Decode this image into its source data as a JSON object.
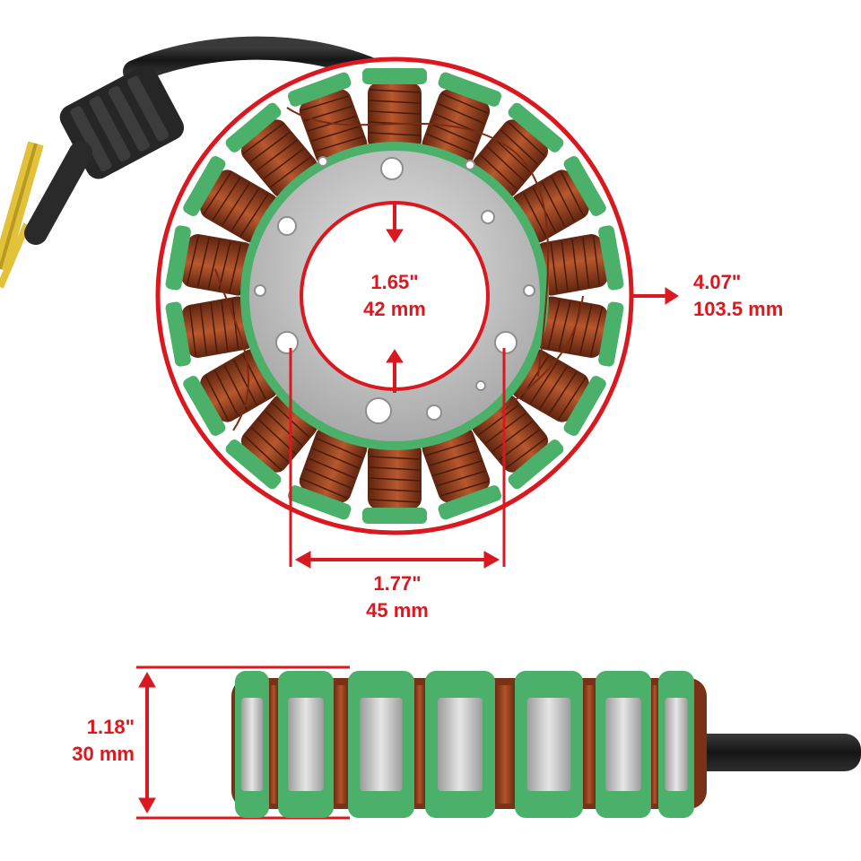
{
  "colors": {
    "accent": "#d9181f",
    "coil": "#8a3a1e",
    "coil_highlight": "#c56a3e",
    "insulator": "#4bb06a",
    "plate": "#c9c9c9",
    "cable": "#1c1c1c",
    "yellow_wire": "#e2c23a"
  },
  "dimensions": {
    "inner_diameter": {
      "inches": "1.65\"",
      "mm": "42 mm"
    },
    "outer_diameter": {
      "inches": "4.07\"",
      "mm": "103.5 mm"
    },
    "bolt_spacing": {
      "inches": "1.77\"",
      "mm": "45 mm"
    },
    "height": {
      "inches": "1.18\"",
      "mm": "30 mm"
    }
  },
  "stator": {
    "pole_count": 18,
    "side_view_pole_count": 7
  }
}
